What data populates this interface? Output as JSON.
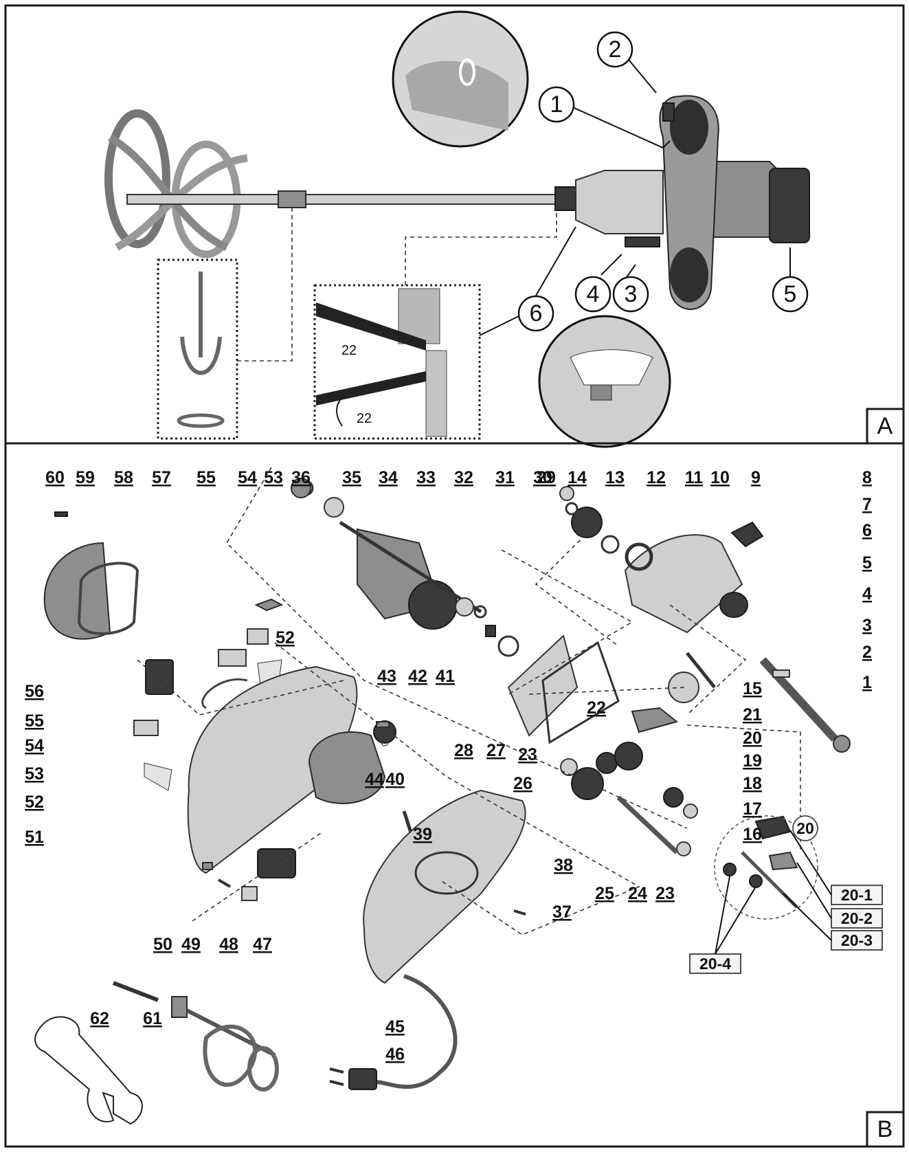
{
  "panel_a": {
    "letter": "A",
    "callouts": [
      "1",
      "2",
      "3",
      "4",
      "5",
      "6"
    ],
    "inset_labels": [
      "22",
      "22"
    ]
  },
  "panel_b": {
    "letter": "B",
    "top_row": [
      "60",
      "59",
      "58",
      "57",
      "55",
      "54",
      "53",
      "36",
      "35",
      "34",
      "33",
      "32",
      "31",
      "30",
      "29",
      "14",
      "13",
      "12",
      "11",
      "10",
      "9",
      "8"
    ],
    "right_column": [
      "7",
      "6",
      "5",
      "4",
      "3",
      "2",
      "1",
      "15",
      "21",
      "20",
      "19",
      "18",
      "17",
      "16"
    ],
    "left_column": [
      "52",
      "56",
      "55",
      "54",
      "53",
      "52",
      "51"
    ],
    "center_labels": [
      "43",
      "42",
      "41",
      "28",
      "27",
      "22",
      "23",
      "26",
      "44",
      "40",
      "39",
      "38",
      "25",
      "24",
      "23",
      "37",
      "50",
      "49",
      "48",
      "47",
      "45",
      "46",
      "62",
      "61"
    ],
    "detail_label": "20",
    "detail_boxes": [
      "20-1",
      "20-2",
      "20-3",
      "20-4"
    ]
  }
}
